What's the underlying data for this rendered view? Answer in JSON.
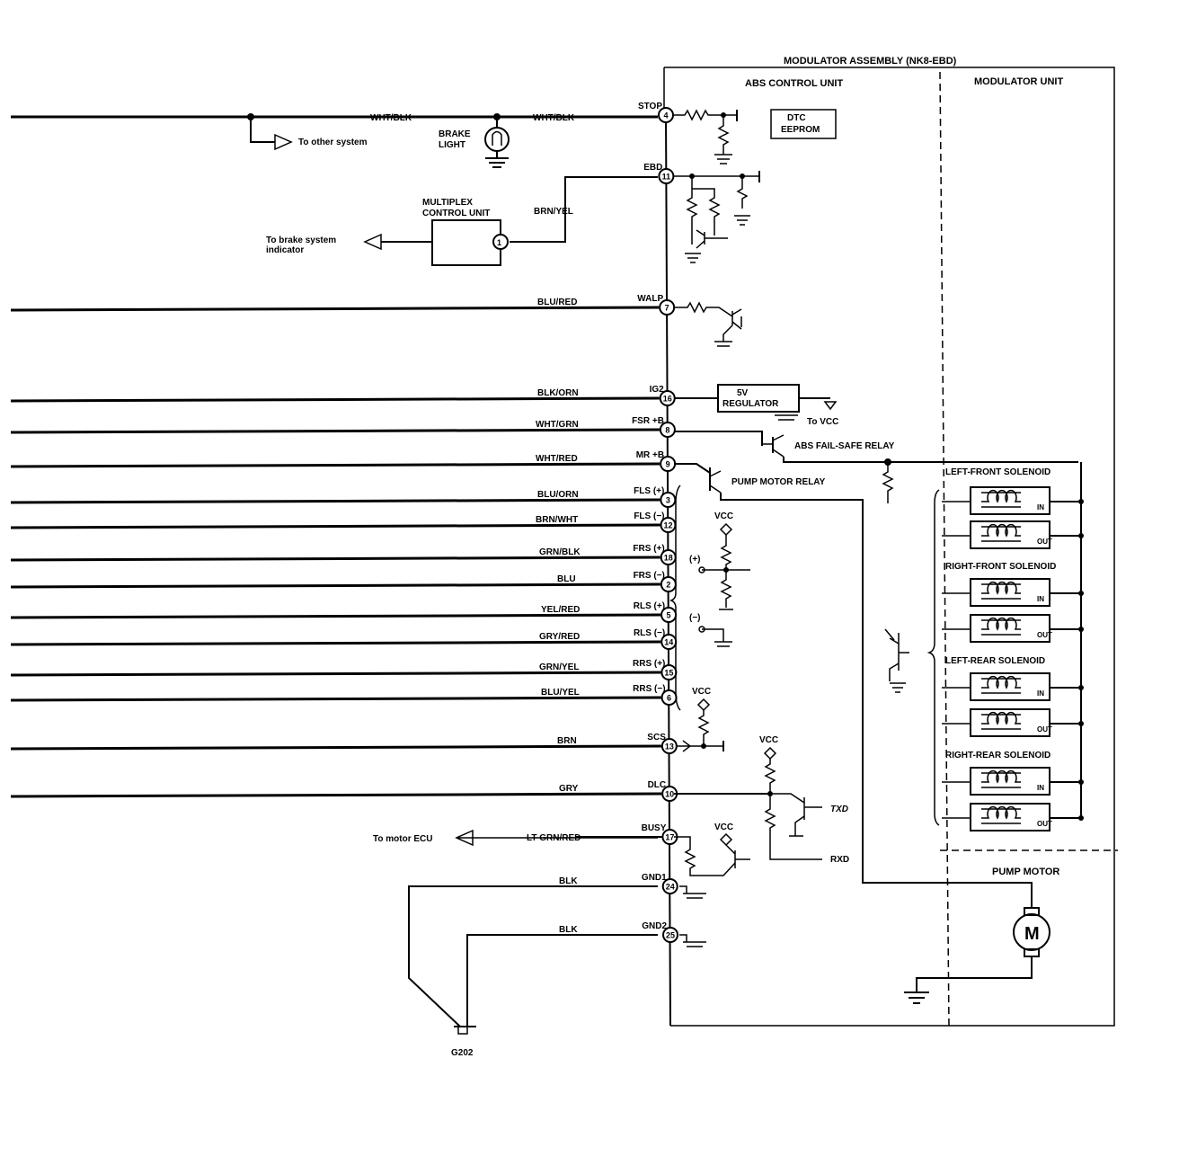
{
  "modulator": {
    "title": "MODULATOR ASSEMBLY (NK8-EBD)",
    "abs_control_unit": "ABS CONTROL UNIT",
    "modulator_unit": "MODULATOR UNIT",
    "dtc_eeprom": [
      "DTC",
      "EEPROM"
    ]
  },
  "top": {
    "to_other_system": "To other system",
    "brake_light": [
      "BRAKE",
      "LIGHT"
    ],
    "mcu_title": [
      "MULTIPLEX",
      "CONTROL UNIT"
    ],
    "mcu_pin": "1",
    "to_brake_indicator": [
      "To brake system",
      "indicator"
    ],
    "stop_wire_left": "WHT/BLK",
    "stop_wire_right": "WHT/BLK",
    "ebd_wire": "BRN/YEL"
  },
  "pins": [
    {
      "signal": "STOP",
      "pin": "4",
      "wire": "WHT/BLK"
    },
    {
      "signal": "EBD",
      "pin": "11",
      "wire": "BRN/YEL"
    },
    {
      "signal": "WALP",
      "pin": "7",
      "wire": "BLU/RED"
    },
    {
      "signal": "IG2",
      "pin": "16",
      "wire": "BLK/ORN"
    },
    {
      "signal": "FSR +B",
      "pin": "8",
      "wire": "WHT/GRN"
    },
    {
      "signal": "MR +B",
      "pin": "9",
      "wire": "WHT/RED"
    },
    {
      "signal": "FLS (+)",
      "pin": "3",
      "wire": "BLU/ORN"
    },
    {
      "signal": "FLS (−)",
      "pin": "12",
      "wire": "BRN/WHT"
    },
    {
      "signal": "FRS (+)",
      "pin": "18",
      "wire": "GRN/BLK"
    },
    {
      "signal": "FRS (−)",
      "pin": "2",
      "wire": "BLU"
    },
    {
      "signal": "RLS (+)",
      "pin": "5",
      "wire": "YEL/RED"
    },
    {
      "signal": "RLS (−)",
      "pin": "14",
      "wire": "GRY/RED"
    },
    {
      "signal": "RRS (+)",
      "pin": "15",
      "wire": "GRN/YEL"
    },
    {
      "signal": "RRS (−)",
      "pin": "6",
      "wire": "BLU/YEL"
    },
    {
      "signal": "SCS",
      "pin": "13",
      "wire": "BRN"
    },
    {
      "signal": "DLC",
      "pin": "10",
      "wire": "GRY"
    },
    {
      "signal": "BUSY",
      "pin": "17",
      "wire": "LT GRN/RED"
    },
    {
      "signal": "GND1",
      "pin": "24",
      "wire": "BLK"
    },
    {
      "signal": "GND2",
      "pin": "25",
      "wire": "BLK"
    }
  ],
  "internal": {
    "regulator": [
      "5V",
      "REGULATOR"
    ],
    "to_vcc": "To VCC",
    "fail_safe_relay": "ABS FAIL-SAFE RELAY",
    "pump_motor_relay": "PUMP MOTOR RELAY",
    "vcc": "VCC",
    "plus": "(+)",
    "minus": "(−)",
    "txd": "TXD",
    "rxd": "RXD",
    "to_motor_ecu": "To motor ECU"
  },
  "solenoids": [
    {
      "name": "LEFT-FRONT SOLENOID"
    },
    {
      "name": "RIGHT-FRONT SOLENOID"
    },
    {
      "name": "LEFT-REAR SOLENOID"
    },
    {
      "name": "RIGHT-REAR SOLENOID"
    }
  ],
  "coil_in": "IN",
  "coil_out": "OUT",
  "pump_motor": "PUMP MOTOR",
  "motor_symbol": "M",
  "ground": "G202"
}
